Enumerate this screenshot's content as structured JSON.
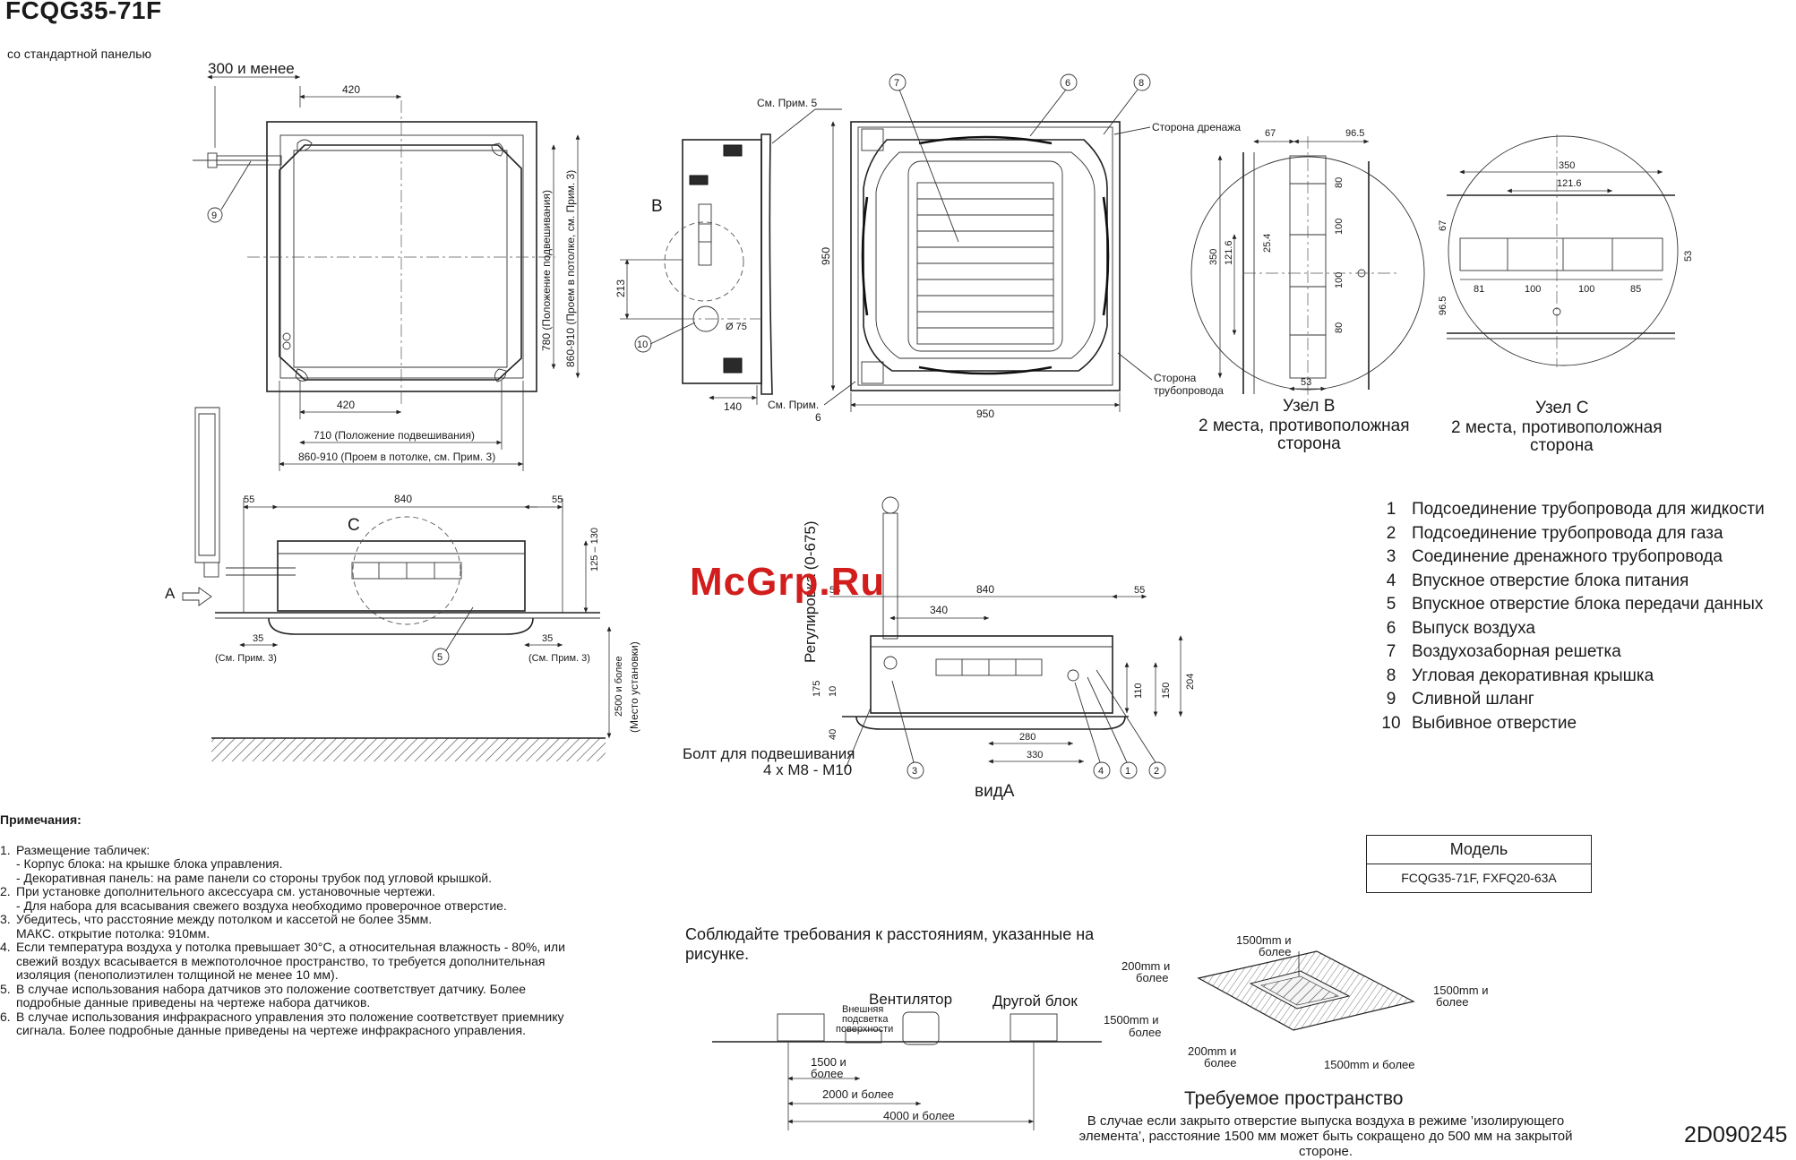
{
  "title": "FCQG35-71F",
  "subtitle": "со стандартной панелью",
  "watermark": "McGrp.Ru",
  "doc_number": "2D090245",
  "top_view": {
    "dim_300": "300 и менее",
    "dim_420_top": "420",
    "dim_420_bottom": "420",
    "dim_710": "710 (Положение подвешивания)",
    "dim_860_h": "860-910 (Проем в потолке, см. Прим. 3)",
    "dim_780_v": "780 (Положение подвешивания)",
    "dim_860_v": "860-910 (Проем в потолке, см. Прим. 3)",
    "callout_9": "9"
  },
  "side_view": {
    "label_B": "B",
    "see_note5": "См. Прим. 5",
    "see_note6_a": "См. Прим.",
    "see_note6_b": "6",
    "dim_213": "213",
    "dim_140": "140",
    "dim_75": "Ø 75",
    "callout_10": "10"
  },
  "panel_view": {
    "dim_950_v": "950",
    "dim_950_h": "950",
    "drain_side": "Сторона дренажа",
    "pipe_side_a": "Сторона",
    "pipe_side_b": "трубопровода",
    "callout_6": "6",
    "callout_7": "7",
    "callout_8": "8"
  },
  "detail_B": {
    "title": "Узел B",
    "sub1": "2 места, противоположная",
    "sub2": "сторона",
    "d67": "67",
    "d965": "96.5",
    "d80a": "80",
    "d100a": "100",
    "d100b": "100",
    "d80b": "80",
    "d350": "350",
    "d1216": "121.6",
    "d254": "25.4",
    "d53": "53"
  },
  "detail_C": {
    "title": "Узел C",
    "sub1": "2 места, противоположная",
    "sub2": "сторона",
    "d350": "350",
    "d1216": "121.6",
    "d67": "67",
    "d965": "96.5",
    "d53": "53",
    "d81": "81",
    "d100a": "100",
    "d100b": "100",
    "d85": "85"
  },
  "front_view": {
    "label_C": "C",
    "label_A": "A",
    "d55a": "55",
    "d840": "840",
    "d55b": "55",
    "d125": "125 – 130",
    "d35a": "35",
    "d35b": "35",
    "note3a": "(См. Прим. 3)",
    "note3b": "(См. Прим. 3)",
    "d2500": "2500 и более",
    "install_place": "(Место установки)",
    "callout_5": "5"
  },
  "view_A": {
    "reg": "Регулировка (0-675)",
    "d56": "56",
    "d840": "840",
    "d55": "55",
    "d340": "340",
    "d175": "175",
    "d10": "10",
    "d40": "40",
    "d110": "110",
    "d150": "150",
    "d204": "204",
    "d280": "280",
    "d330": "330",
    "bolt1": "Болт для подвешивания",
    "bolt2": "4 x M8 - M10",
    "view_label": "видA",
    "c1": "1",
    "c2": "2",
    "c3": "3",
    "c4": "4"
  },
  "legend": [
    {
      "num": "1",
      "text": "Подсоединение трубопровода для жидкости"
    },
    {
      "num": "2",
      "text": "Подсоединение трубопровода для газа"
    },
    {
      "num": "3",
      "text": "Соединение дренажного трубопровода"
    },
    {
      "num": "4",
      "text": "Впускное отверстие блока питания"
    },
    {
      "num": "5",
      "text": "Впускное отверстие блока передачи данных"
    },
    {
      "num": "6",
      "text": "Выпуск воздуха"
    },
    {
      "num": "7",
      "text": "Воздухозаборная решетка"
    },
    {
      "num": "8",
      "text": "Угловая декоративная крышка"
    },
    {
      "num": "9",
      "text": "Сливной шланг"
    },
    {
      "num": "10",
      "text": "Выбивное отверстие"
    }
  ],
  "model_table": {
    "header": "Модель",
    "value": "FCQG35-71F, FXFQ20-63A"
  },
  "notes": {
    "heading": "Примечания:",
    "items": [
      {
        "n": "1.",
        "lines": [
          "Размещение табличек:",
          "- Корпус блока: на крышке блока управления.",
          "- Декоративная панель: на раме панели со стороны трубок под угловой крышкой."
        ]
      },
      {
        "n": "2.",
        "lines": [
          "При установке дополнительного аксессуара см. установочные чертежи.",
          "- Для набора для всасывания свежего воздуха необходимо проверочное отверстие."
        ]
      },
      {
        "n": "3.",
        "lines": [
          "Убедитесь, что расстояние между потолком и кассетой не более 35мм.",
          "МАКС. открытие потолка: 910мм."
        ]
      },
      {
        "n": "4.",
        "lines": [
          "Если температура воздуха у потолка превышает 30°C, а относительная влажность - 80%, или",
          "свежий воздух всасывается в межпотолочное пространство, то требуется дополнительная",
          "изоляция (пенополиэтилен толщиной не менее 10 мм)."
        ]
      },
      {
        "n": "5.",
        "lines": [
          "В случае использования набора датчиков это положение соответствует датчику. Более",
          "подробные данные приведены на чертеже набора датчиков."
        ]
      },
      {
        "n": "6.",
        "lines": [
          "В случае использования инфракрасного управления это положение соответствует приемнику",
          "сигнала. Более подробные данные приведены на чертеже инфракрасного управления."
        ]
      }
    ]
  },
  "clearance": {
    "req_text": "Соблюдайте требования к расстояниям, указанные на рисунке.",
    "fan": "Вентилятор",
    "other_unit": "Другой блок",
    "ext_light1": "Внешняя",
    "ext_light2": "подсветка",
    "ext_light3": "поверхности",
    "d1500a": "1500 и",
    "d1500b": "более",
    "d2000": "2000 и более",
    "d4000": "4000 и более",
    "iso_1500top_a": "1500mm и",
    "iso_1500top_b": "более",
    "iso_200top_a": "200mm и",
    "iso_200top_b": "более",
    "iso_1500right_a": "1500mm и",
    "iso_1500right_b": "более",
    "iso_1500left_a": "1500mm и",
    "iso_1500left_b": "более",
    "iso_200bot_a": "200mm и",
    "iso_200bot_b": "более",
    "iso_1500bot": "1500mm и более",
    "space_title": "Требуемое пространство",
    "space_note": "В случае если закрыто отверстие выпуска воздуха в режиме ’изолирующего элемента’, расстояние 1500 мм может быть сокращено до 500 мм на закрытой стороне."
  }
}
